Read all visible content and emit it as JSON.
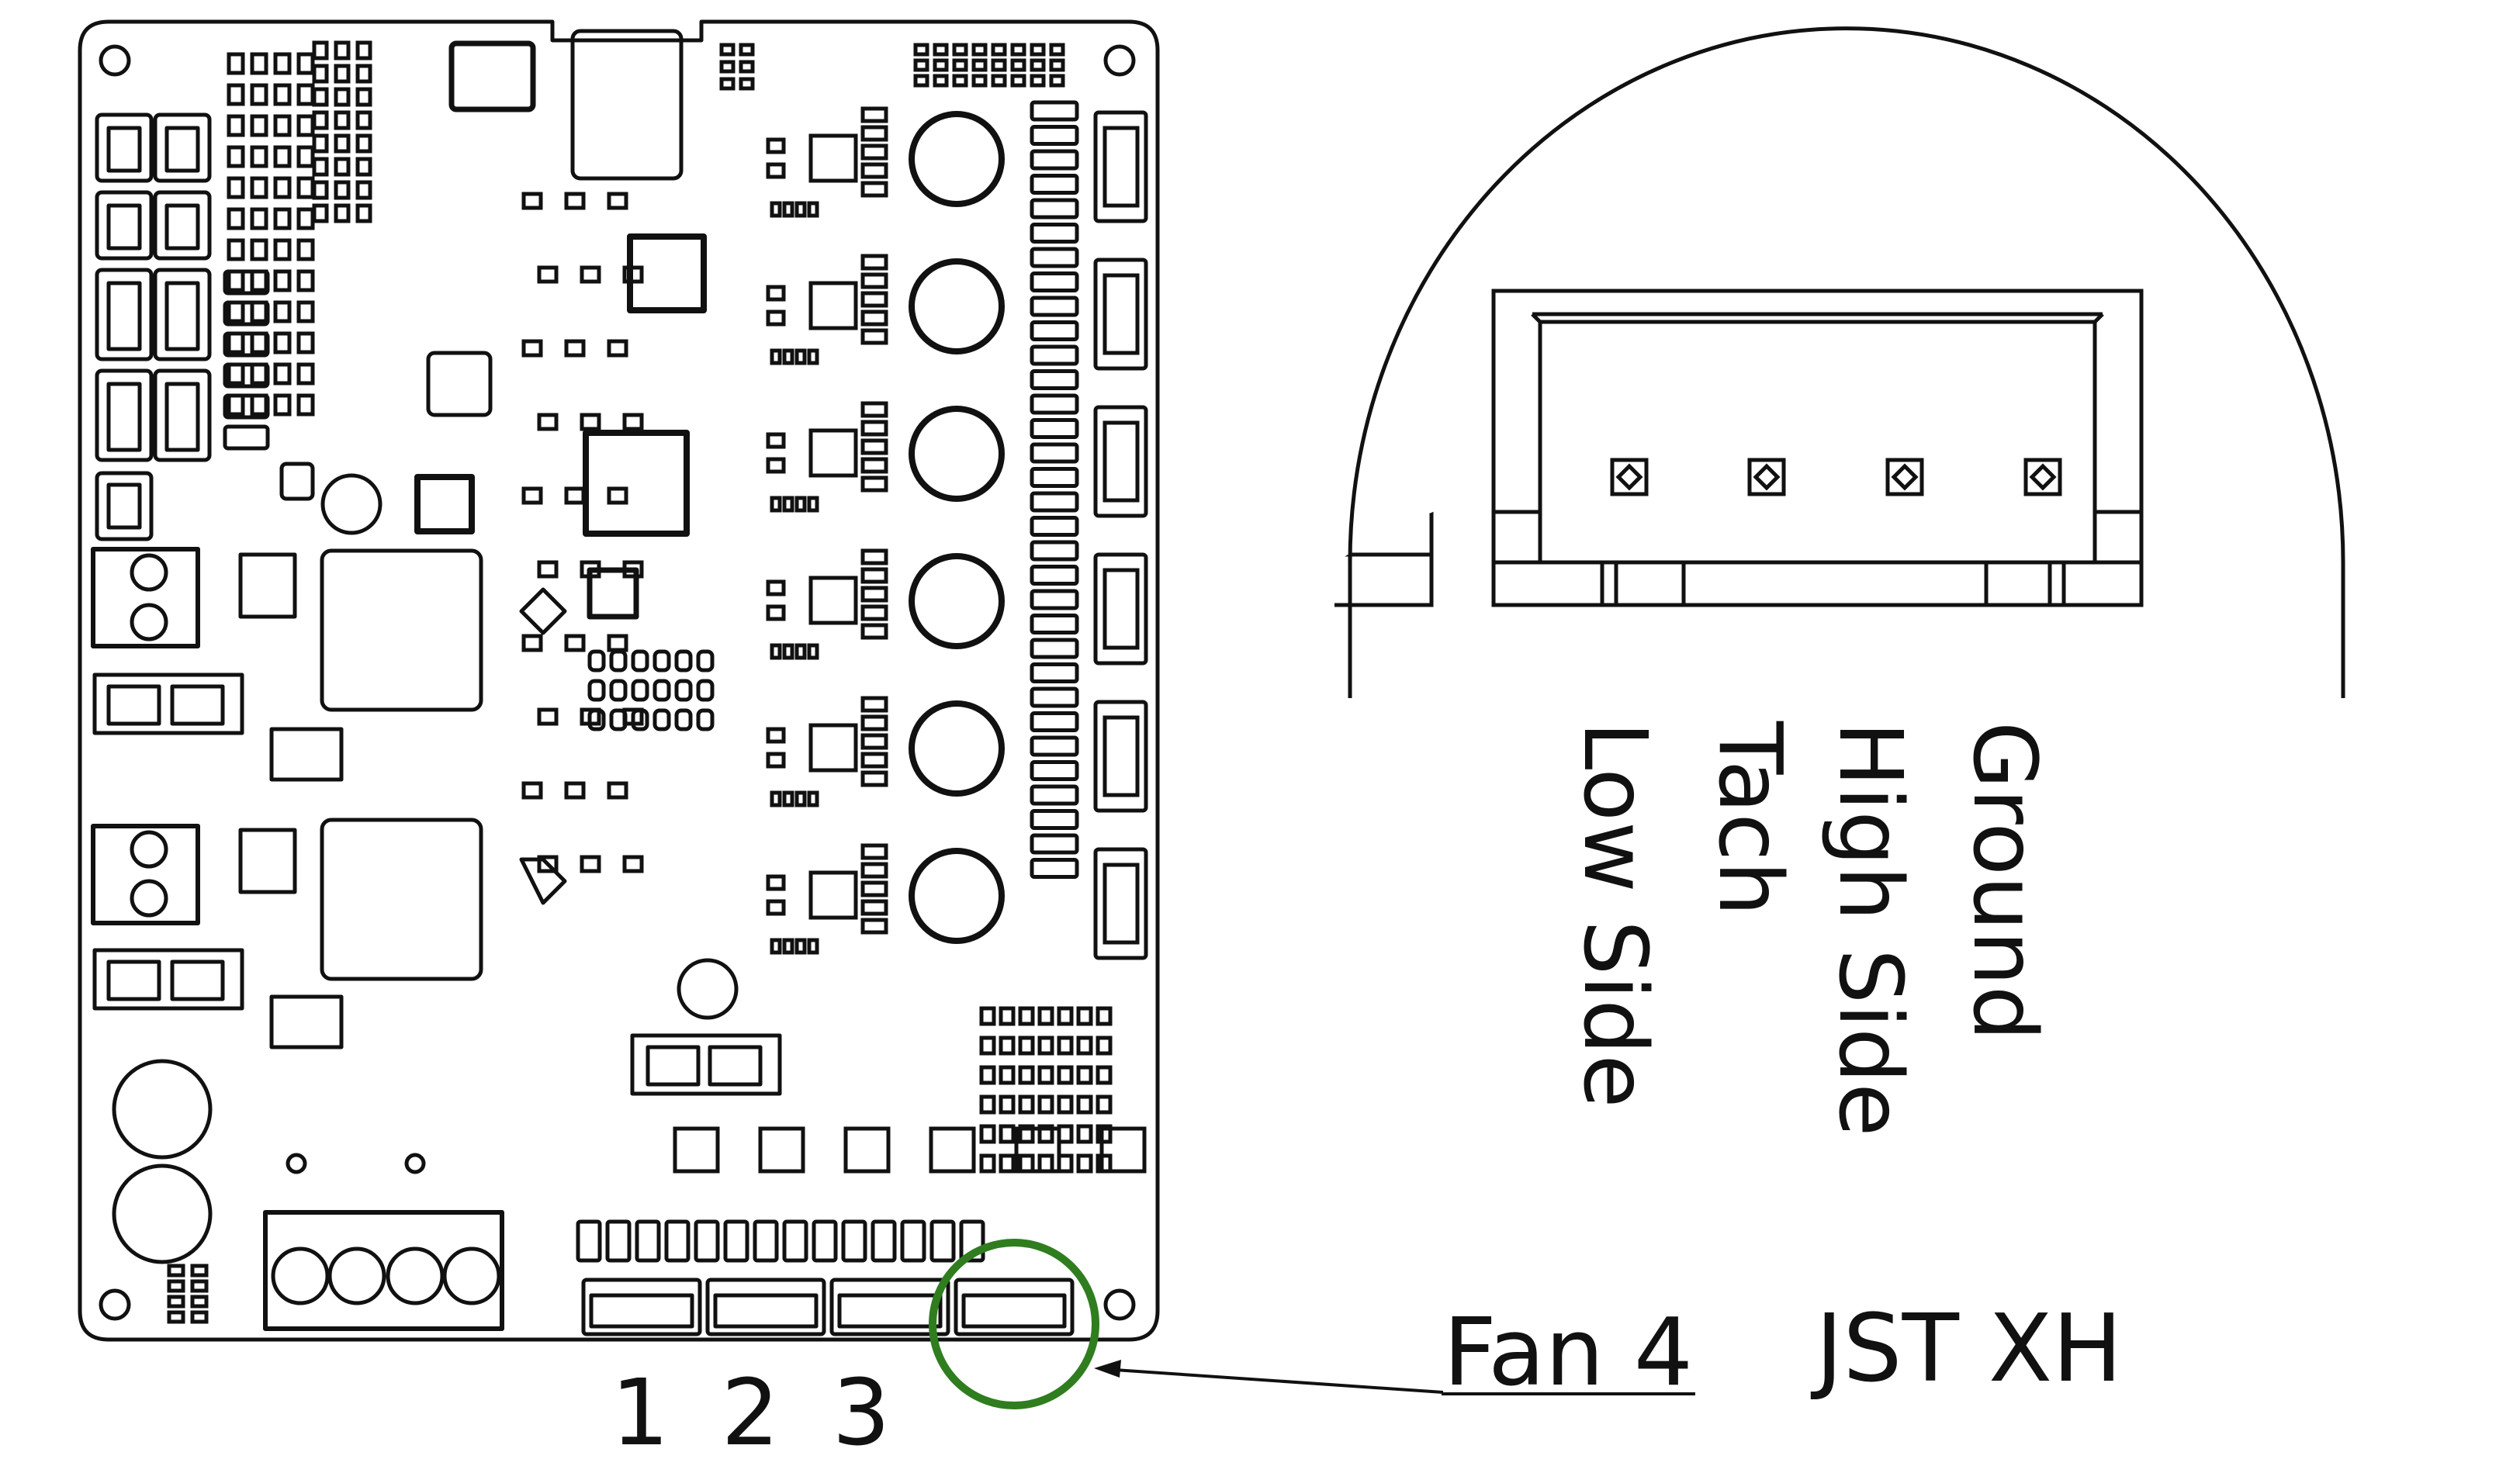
{
  "diagram": {
    "fan_numbers": [
      "1",
      "2",
      "3"
    ],
    "callout_label": "Fan 4",
    "connector_type": "JST XH",
    "pin_labels": [
      "Low Side",
      "Tach",
      "High Side",
      "Ground"
    ],
    "highlight_color": "#2f7d1f",
    "line_color": "#111111"
  }
}
